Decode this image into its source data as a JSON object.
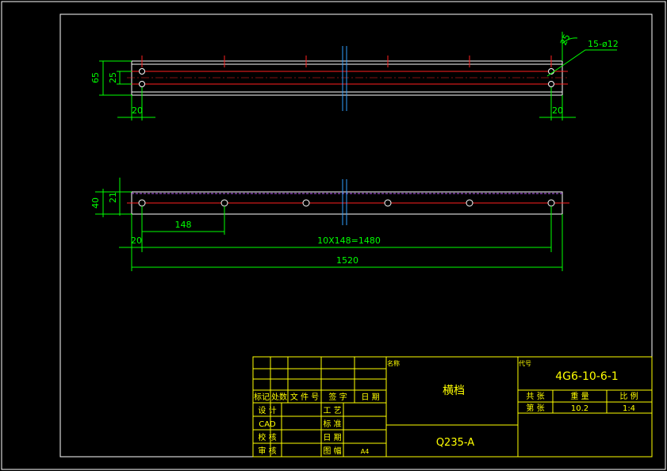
{
  "colors": {
    "background": "#000000",
    "frame": "#ffffff",
    "outline": "#ffffff",
    "centerline": "#ff2020",
    "symmetry": "#30a0ff",
    "dimension": "#00ff00",
    "hidden_edge": "#c060ff",
    "titleblock_lines": "#ffff00",
    "titleblock_text": "#ffff00"
  },
  "view_top": {
    "dims": {
      "overall_height": "65",
      "hole_spacing": "25",
      "end_left": "20",
      "end_right": "20",
      "chamfer": "25",
      "hole_callout": "15-ø12"
    }
  },
  "view_front": {
    "dims": {
      "overall_height": "40",
      "hole_offset": "21",
      "pitch": "148",
      "end_left": "20",
      "pattern": "10X148=1480",
      "overall_length": "1520"
    }
  },
  "title_block": {
    "header_cells": [
      "标记",
      "处数",
      "文 件 号",
      "签  字",
      "日  期"
    ],
    "left_rows": [
      "设 计",
      "CAD",
      "校 核",
      "审 核"
    ],
    "mid_rows": [
      "工 艺",
      "标 准",
      "日 期",
      "图 幅"
    ],
    "sheet_size": "A4",
    "name_label": "名称",
    "part_name": "横档",
    "material": "Q235-A",
    "code_label": "代号",
    "drawing_number": "4G6-10-6-1",
    "meta_headers": [
      "共 张",
      "重 量",
      "比 例"
    ],
    "meta_row_label": "第 张",
    "weight": "10.2",
    "scale": "1:4"
  }
}
